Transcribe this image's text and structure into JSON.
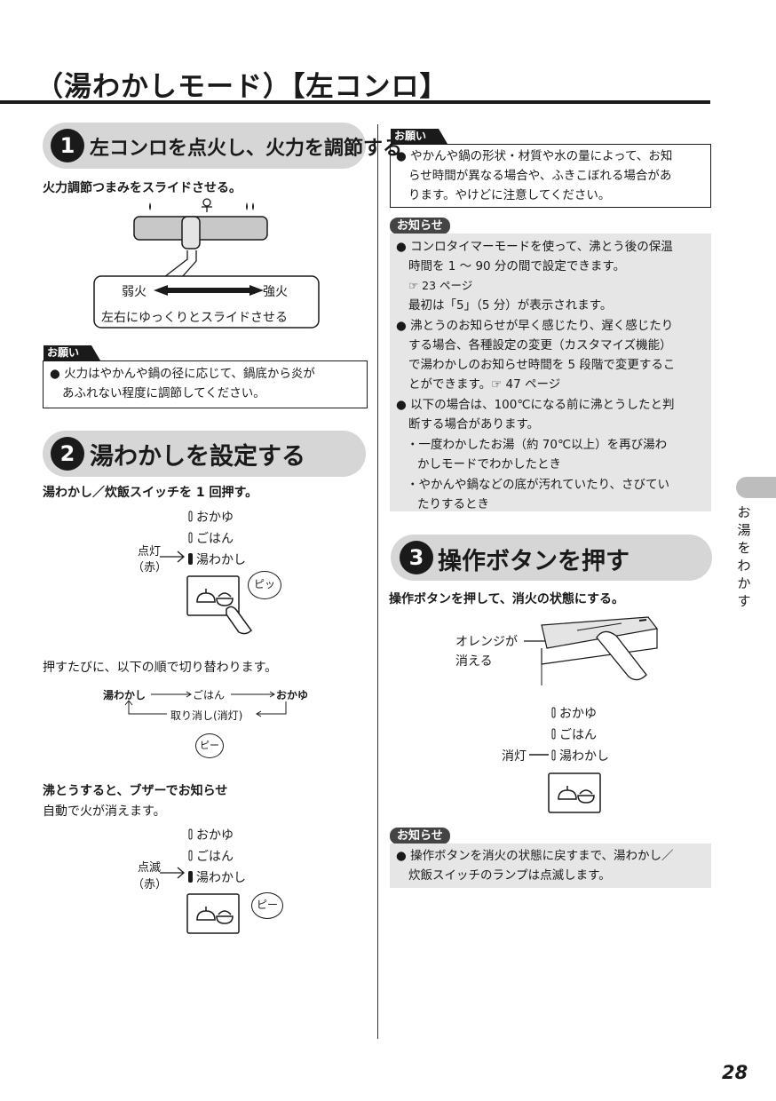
{
  "page_title": "（湯わかしモード）【左コンロ】",
  "page_number": "28",
  "side_tab": "お湯をわかす",
  "step1": {
    "number": "1",
    "title": "左コンロを点火し、火力を調節する",
    "instruction": "火力調節つまみをスライドさせる。",
    "weak": "弱火",
    "strong": "強火",
    "slide_text": "左右にゆっくりとスライドさせる"
  },
  "step1_note": {
    "tag": "お願い",
    "lines": [
      "● 火力はやかんや鍋の径に応じて、鍋底から炎が",
      "あふれない程度に調節してください。"
    ]
  },
  "step2": {
    "number": "2",
    "title": "湯わかしを設定する",
    "instruction": "湯わかし／炊飯スイッチを 1 回押す。",
    "lamp_okayu": "おかゆ",
    "lamp_gohan": "ごはん",
    "lamp_yuwakashi": "湯わかし",
    "lit_label": "点灯",
    "red_label": "（赤）",
    "beep_pi": "ピッ",
    "cycle_text": "押すたびに、以下の順で切り替わります。",
    "cycle_yuwakashi": "湯わかし",
    "cycle_gohan": "ごはん",
    "cycle_okayu": "おかゆ",
    "cycle_cancel": "取り消し(消灯)",
    "beep_pii": "ピー",
    "boil_text": "沸とうすると、ブザーでお知らせ",
    "boil_sub": "自動で火が消えます。",
    "blink_label": "点滅",
    "blink_red": "（赤）"
  },
  "right_note": {
    "tag": "お願い",
    "lines": [
      "● やかんや鍋の形状・材質や水の量によって、お知",
      "らせ時間が異なる場合や、ふきこぼれる場合があ",
      "ります。やけどに注意してください。"
    ]
  },
  "info1": {
    "tag": "お知らせ",
    "lines": [
      "● コンロタイマーモードを使って、沸とう後の保温",
      "時間を 1 ～ 90 分の間で設定できます。",
      "☞ 23 ページ",
      "最初は「5」（5 分）が表示されます。",
      "● 沸とうのお知らせが早く感じたり、遅く感じたり",
      "する場合、各種設定の変更（カスタマイズ機能）",
      "で湯わかしのお知らせ時間を 5 段階で変更するこ",
      "とができます。☞ 47 ページ",
      "● 以下の場合は、100℃になる前に沸とうしたと判",
      "断する場合があります。",
      "・一度わかしたお湯（約 70℃以上）を再び湯わ",
      "かしモードでわかしたとき",
      "・やかんや鍋などの底が汚れていたり、さびてい",
      "たりするとき"
    ]
  },
  "step3": {
    "number": "3",
    "title": "操作ボタンを押す",
    "instruction": "操作ボタンを押して、消火の状態にする。",
    "orange_label": "オレンジが",
    "disappear_label": "消える",
    "lamp_okayu": "おかゆ",
    "lamp_gohan": "ごはん",
    "lamp_yuwakashi": "湯わかし",
    "off_label": "消灯"
  },
  "info2": {
    "tag": "お知らせ",
    "lines": [
      "● 操作ボタンを消火の状態に戻すまで、湯わかし／",
      "炊飯スイッチのランプは点滅します。"
    ]
  },
  "colors": {
    "ink": "#1a1a1a",
    "panel_gray": "#d6d6d6",
    "info_bg": "#e6e6e6"
  }
}
